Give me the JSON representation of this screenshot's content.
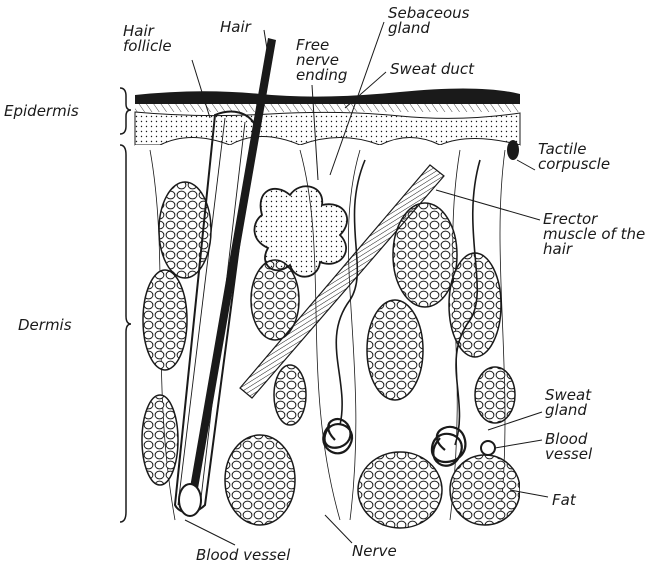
{
  "labels": {
    "hair_follicle": "Hair follicle",
    "hair": "Hair",
    "free_nerve_ending": "Free nerve ending",
    "sebaceous_gland": "Sebaceous gland",
    "sweat_duct": "Sweat duct",
    "epidermis": "Epidermis",
    "tactile_corpuscle": "Tactile corpuscle",
    "erector_muscle": "Erector muscle of the hair",
    "dermis": "Dermis",
    "sweat_gland": "Sweat gland",
    "blood_vessel_right": "Blood vessel",
    "fat": "Fat",
    "blood_vessel_bottom": "Blood vessel",
    "nerve": "Nerve"
  },
  "colors": {
    "ink": "#1a1a1a",
    "paper": "#ffffff"
  }
}
